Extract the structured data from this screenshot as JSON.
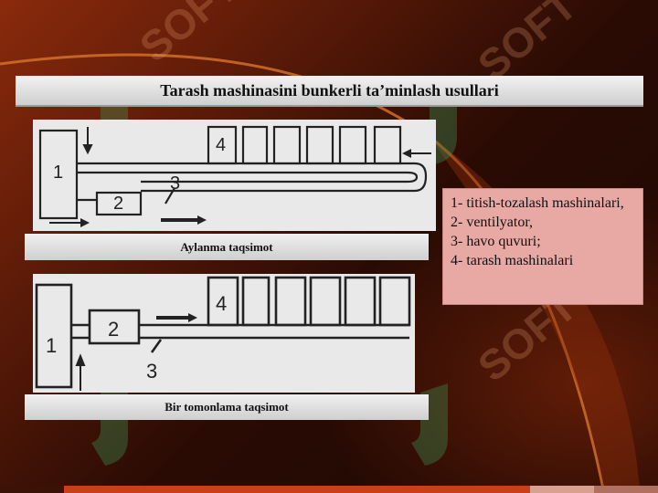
{
  "title": "Tarash mashinasini bunkerli ta’minlash usullari",
  "diagram_top": {
    "caption": "Aylanma taqsimot",
    "labels": {
      "n1": "1",
      "n2": "2",
      "n3": "3",
      "n4": "4"
    }
  },
  "diagram_bottom": {
    "caption": "Bir tomonlama taqsimot",
    "labels": {
      "n1": "1",
      "n2": "2",
      "n3": "3",
      "n4": "4"
    }
  },
  "legend": {
    "items": [
      "1- titish-tozalash mashinalari,",
      "2- ventilyator,",
      "3- havo quvuri;",
      "4- tarash mashinalari"
    ]
  },
  "watermark": "SOFT",
  "colors": {
    "background_dark": "#1c0703",
    "background_accent": "#8a2a0c",
    "legend_fill": "#e8a8a4",
    "watermark_green": "#3c9a5a"
  }
}
